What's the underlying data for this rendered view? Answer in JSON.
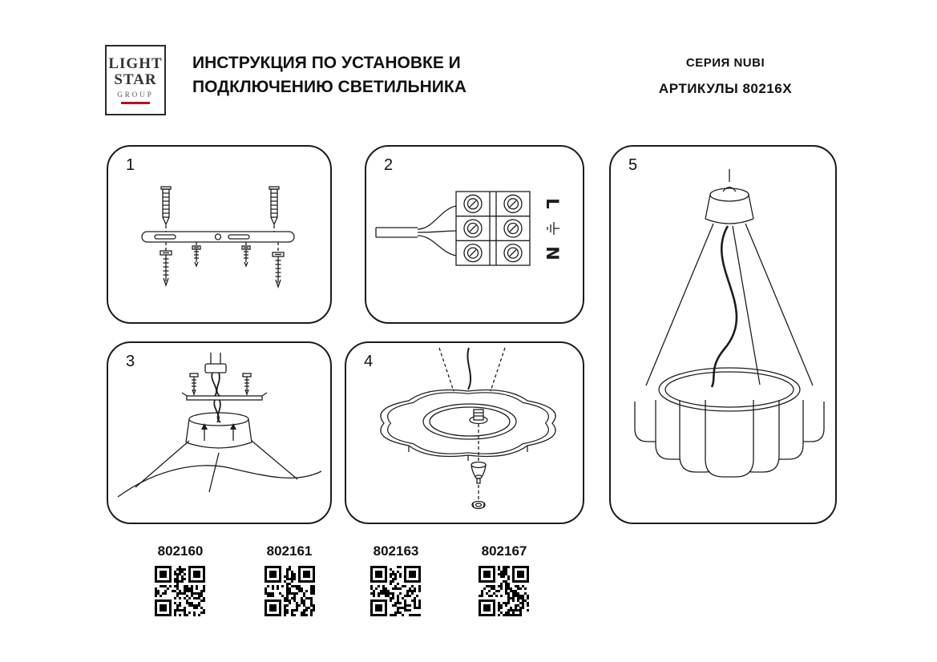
{
  "logo": {
    "line1": "LIGHT",
    "line2": "STAR",
    "line3": "GROUP",
    "accent_color": "#b3121b"
  },
  "header": {
    "title_line1": "ИНСТРУКЦИЯ ПО УСТАНОВКЕ И",
    "title_line2": "ПОДКЛЮЧЕНИЮ СВЕТИЛЬНИКА",
    "series": "СЕРИЯ NUBI",
    "articles": "АРТИКУЛЫ 80216X"
  },
  "steps": [
    {
      "number": "1",
      "description": "mounting-bracket-with-dowels-and-screws"
    },
    {
      "number": "2",
      "description": "terminal-block-wiring"
    },
    {
      "number": "3",
      "description": "canopy-and-wires-over-shade"
    },
    {
      "number": "4",
      "description": "shade-plate-nipple-and-finial"
    },
    {
      "number": "5",
      "description": "assembled-pendant-fixture"
    }
  ],
  "wiring_labels": {
    "line": "L",
    "neutral": "N"
  },
  "products": [
    {
      "article": "802160"
    },
    {
      "article": "802161"
    },
    {
      "article": "802163"
    },
    {
      "article": "802167"
    }
  ]
}
